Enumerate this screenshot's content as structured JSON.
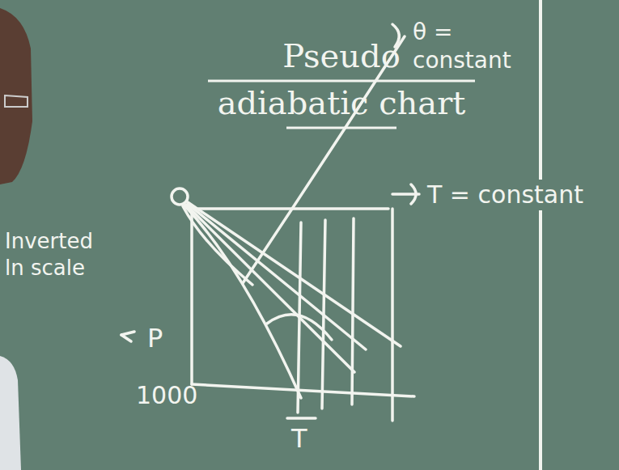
{
  "diagram": {
    "title": "Pseudo adiabatic chart",
    "labels": [
      "θ = constant",
      "T = constant",
      "Inverted ln scale",
      "P",
      "1000",
      "T"
    ]
  }
}
